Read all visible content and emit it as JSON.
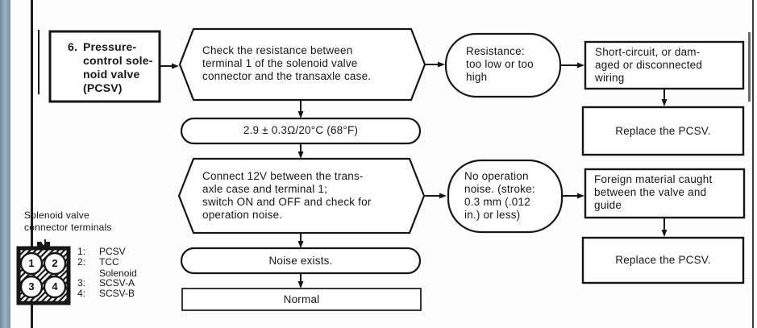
{
  "page": {
    "ink_color": "#161616",
    "paper_color": "#fdfdfd",
    "edge_strip_color": "#7e95aa"
  },
  "flowchart": {
    "step_box": {
      "number": "6.",
      "title": "Pressure-\ncontrol sole-\nnoid valve\n(PCSV)"
    },
    "check1": "Check the resistance between\nterminal 1 of the solenoid valve\nconnector and the transaxle case.",
    "spec1": "2.9 ± 0.3Ω/20°C (68°F)",
    "result1": "Resistance:\ntoo low or too\nhigh",
    "cause1": "Short-circuit, or dam-\naged or disconnected\nwiring",
    "remedy1": "Replace the PCSV.",
    "check2": "Connect 12V between the trans-\naxle case and terminal 1;\nswitch ON and OFF and check for\noperation noise.",
    "result2": "No operation\nnoise. (stroke:\n0.3 mm (.012\nin.) or less)",
    "cause2": "Foreign material caught\nbetween the valve and\nguide",
    "remedy2": "Replace the PCSV.",
    "ok1": "Noise exists.",
    "final": "Normal"
  },
  "connector": {
    "label": "Solenoid valve\nconnector terminals",
    "terminals": [
      "1",
      "2",
      "3",
      "4"
    ],
    "legend": [
      {
        "num": "1:",
        "label": "PCSV"
      },
      {
        "num": "2:",
        "label": "TCC\nSolenoid"
      },
      {
        "num": "3:",
        "label": "SCSV-A"
      },
      {
        "num": "4:",
        "label": "SCSV-B"
      }
    ]
  }
}
